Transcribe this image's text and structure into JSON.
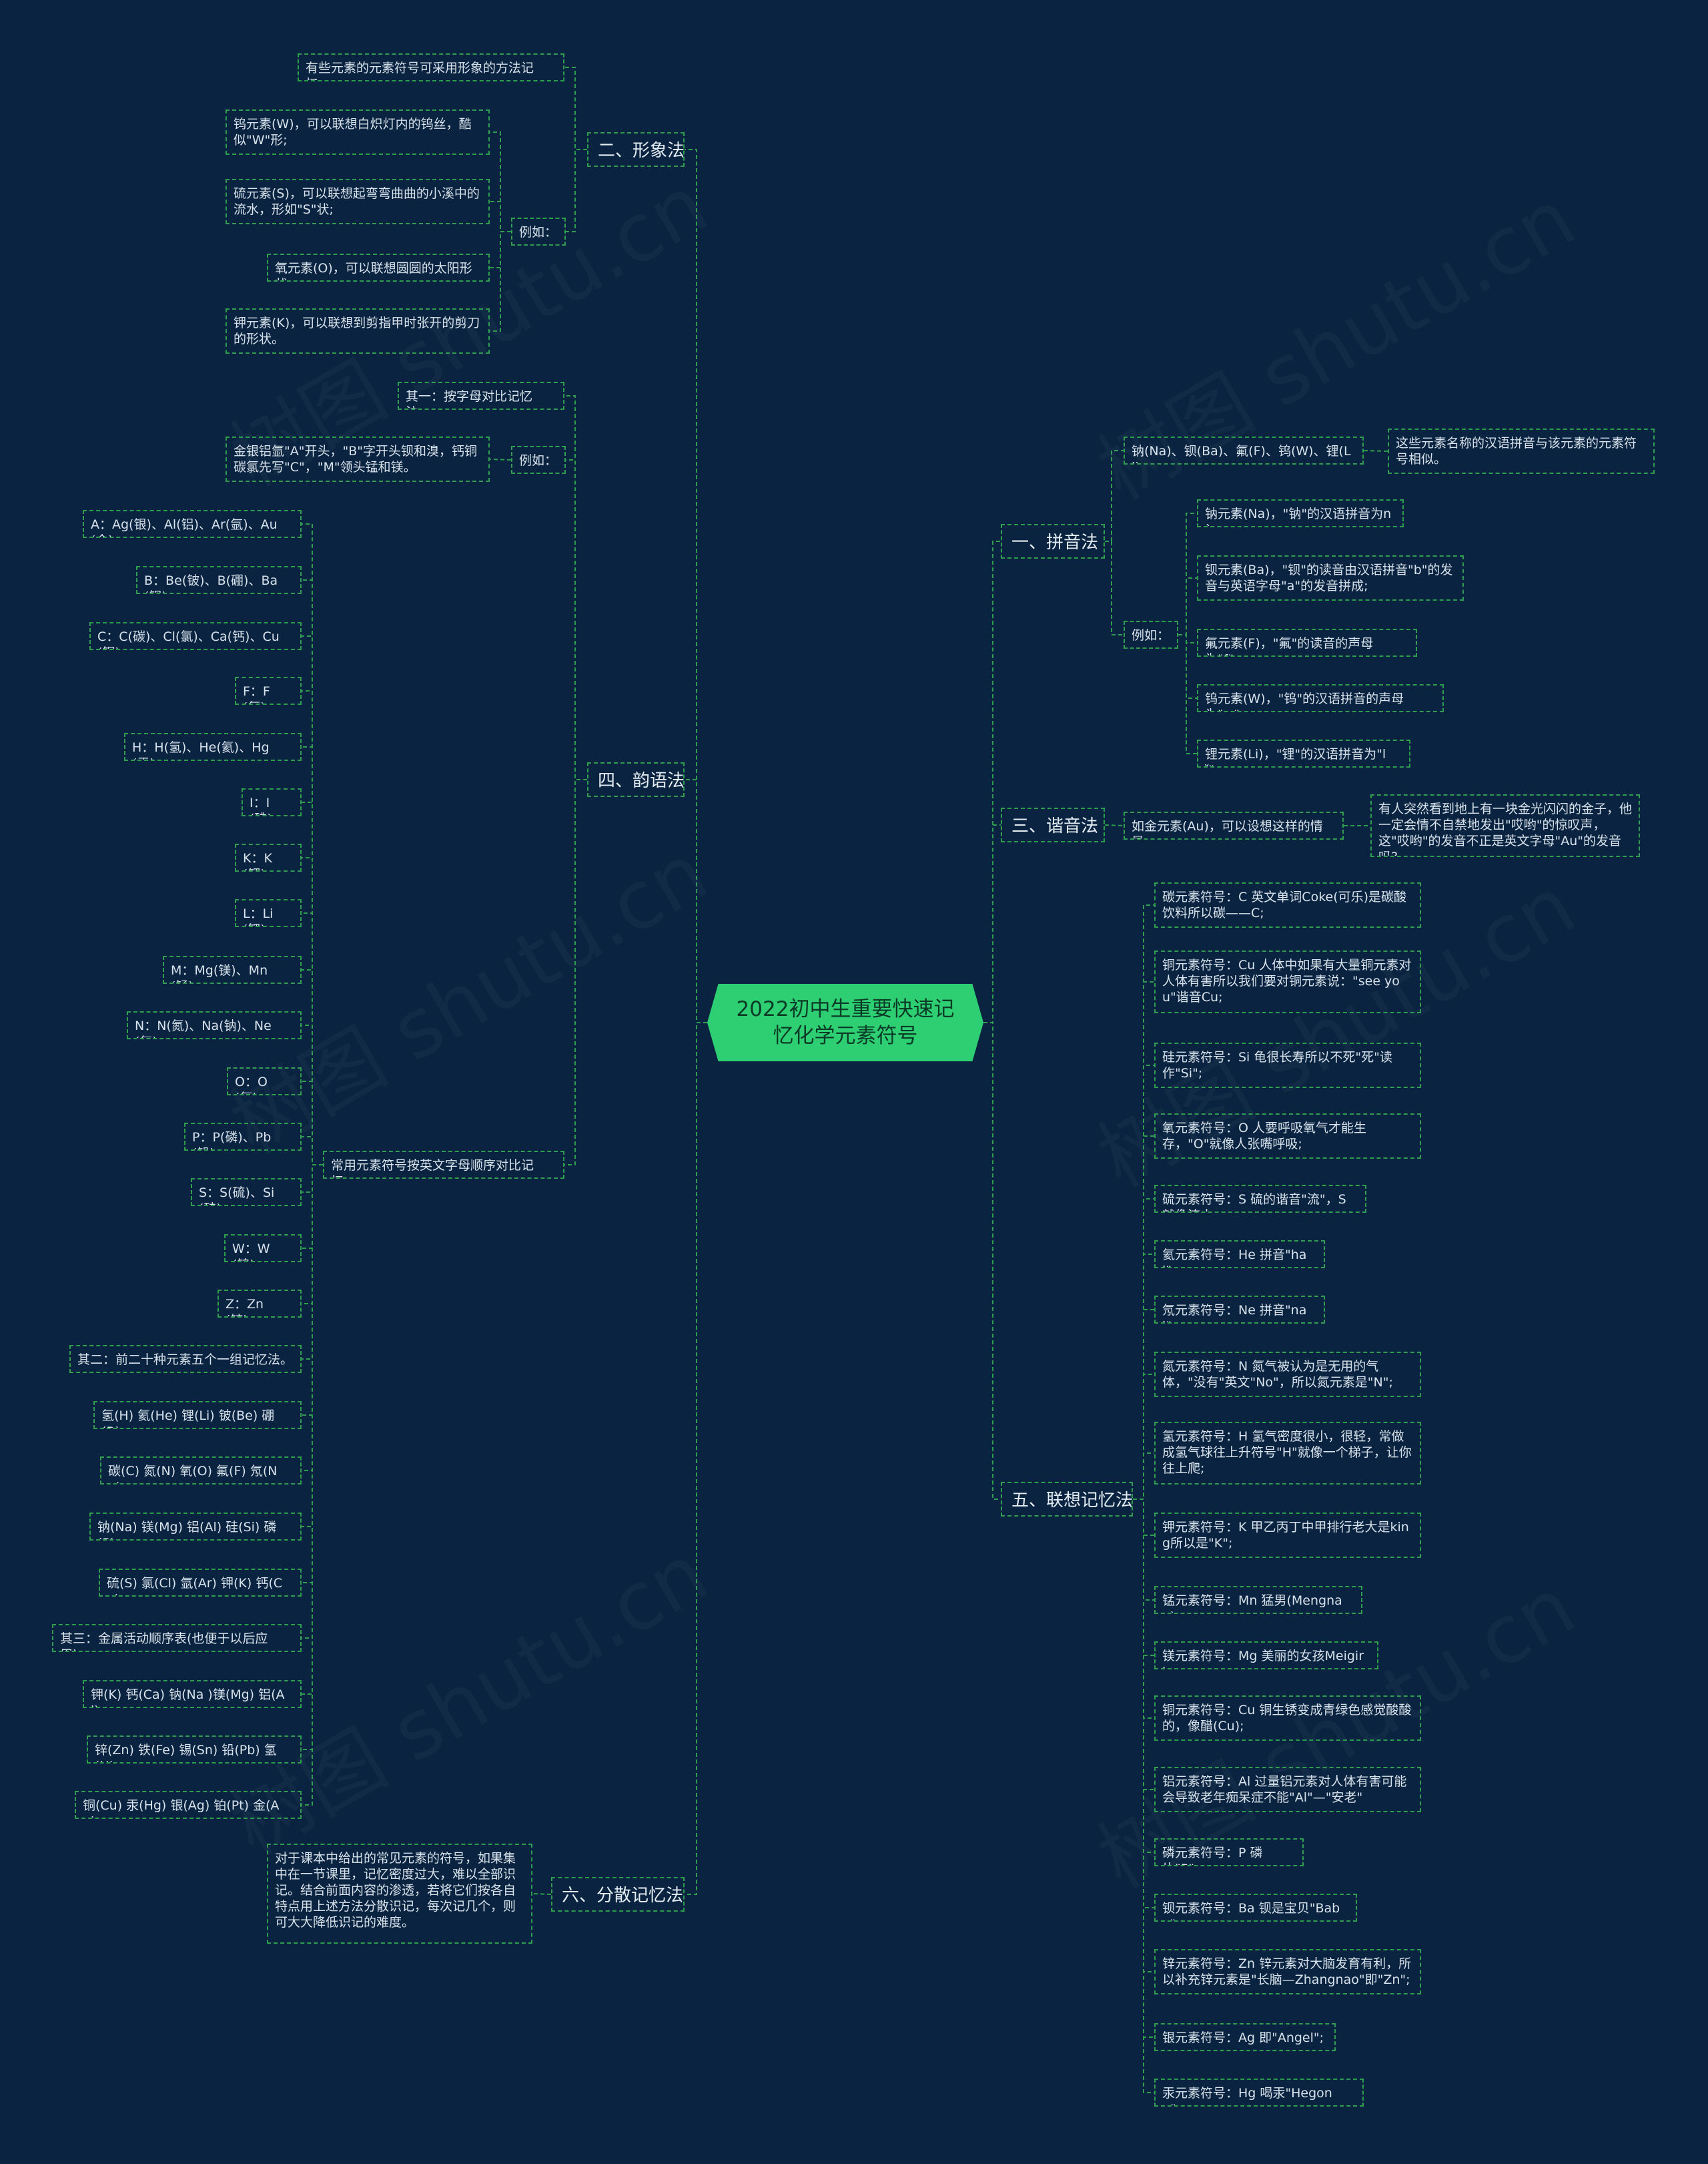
{
  "root": "2022初中生重要快速记忆化学元素符号",
  "colors": {
    "background": "#0a2340",
    "root_fill": "#2ecf72",
    "connector": "#2e9d4f"
  },
  "watermark": "树图 shutu.cn",
  "branches": {
    "b1": {
      "label": "一、拼音法",
      "summary": "钠(Na)、钡(Ba)、氟(F)、钨(W)、锂(Li)：",
      "summary_note": "这些元素名称的汉语拼音与该元素的元素符号相似。",
      "example_label": "例如：",
      "examples": [
        "钠元素(Na)，\"钠\"的汉语拼音为nà;",
        "钡元素(Ba)，\"钡\"的读音由汉语拼音\"b\"的发音与英语字母\"a\"的发音拼成;",
        "氟元素(F)，\"氟\"的读音的声母为\"f\"，",
        "钨元素(W)，\"钨\"的汉语拼音的声母为\"w\";",
        "锂元素(Li)，\"锂\"的汉语拼音为\"lǐ\"。"
      ]
    },
    "b2": {
      "label": "二、形象法",
      "intro": "有些元素的元素符号可采用形象的方法记忆。",
      "example_label": "例如：",
      "examples": [
        "钨元素(W)，可以联想白炽灯内的钨丝，酷似\"W\"形;",
        "硫元素(S)，可以联想起弯弯曲曲的小溪中的流水，形如\"S\"状;",
        "氧元素(O)，可以联想圆圆的太阳形状;",
        "钾元素(K)，可以联想到剪指甲时张开的剪刀的形状。"
      ]
    },
    "b3": {
      "label": "三、谐音法",
      "item": "如金元素(Au)，可以设想这样的情景：",
      "detail": "有人突然看到地上有一块金光闪闪的金子，他一定会情不自禁地发出\"哎哟\"的惊叹声，这\"哎哟\"的发音不正是英文字母\"Au\"的发音吗?"
    },
    "b4": {
      "label": "四、韵语法",
      "first": "其一：按字母对比记忆法。",
      "first_example_label": "例如：",
      "first_example": "金银铝氩\"A\"开头，\"B\"字开头钡和溴，钙铜碳氯先写\"C\"，\"M\"领头锰和镁。",
      "common": "常用元素符号按英文字母顺序对比记忆：",
      "letters": [
        "A：Ag(银)、Al(铝)、Ar(氩)、Au(金);",
        "B：Be(铍)、B(硼)、Ba(钡);",
        "C：C(碳)、Cl(氯)、Ca(钙)、Cu(铜);",
        "F：F(氟);",
        "H：H(氢)、He(氦)、Hg(汞);",
        "I：I(碘);",
        "K：K(钾);",
        "L：Li(锂);",
        "M：Mg(镁)、Mn(锰);",
        "N：N(氮)、Na(钠)、Ne(氖);",
        "O：O(氧);",
        "P：P(磷)、Pb(铅);",
        "S：S(硫)、Si(硅);",
        "W：W(钨);",
        "Z：Zn(锌)。",
        "其二：前二十种元素五个一组记忆法。",
        "氢(H) 氦(He) 锂(Li) 铍(Be) 硼(B)，",
        "碳(C) 氮(N) 氧(O) 氟(F) 氖(Ne)，",
        "钠(Na) 镁(Mg) 铝(Al) 硅(Si) 磷(P)，",
        "硫(S) 氯(Cl) 氩(Ar) 钾(K) 钙(Ca)。",
        "其三：金属活动顺序表(也便于以后应用)。",
        "钾(K) 钙(Ca) 钠(Na )镁(Mg) 铝(Al)，",
        "锌(Zn) 铁(Fe) 锡(Sn) 铅(Pb) 氢(H)，",
        "铜(Cu) 汞(Hg) 银(Ag) 铂(Pt) 金(Au)。"
      ]
    },
    "b5": {
      "label": "五、联想记忆法",
      "items": [
        "碳元素符号：C 英文单词Coke(可乐)是碳酸饮料所以碳——C;",
        "铜元素符号：Cu 人体中如果有大量铜元素对人体有害所以我们要对铜元素说：\"see you\"谐音Cu;",
        "硅元素符号：Si 龟很长寿所以不死\"死\"读作\"Si\";",
        "氧元素符号：O 人要呼吸氧气才能生存，\"O\"就像人张嘴呼吸;",
        "硫元素符号：S 硫的谐音\"流\"，S就像流水;",
        "氦元素符号：He 拼音\"hai\";",
        "氖元素符号：Ne 拼音\"nai\";",
        "氮元素符号：N 氮气被认为是无用的气体，\"没有\"英文\"No\"，所以氮元素是\"N\";",
        "氢元素符号：H 氢气密度很小，很轻，常做成氢气球往上升符号\"H\"就像一个梯子，让你往上爬;",
        "钾元素符号：K 甲乙丙丁中甲排行老大是king所以是\"K\";",
        "锰元素符号：Mn 猛男(Mengnan);",
        "镁元素符号：Mg 美丽的女孩Meigirl;",
        "铜元素符号：Cu 铜生锈变成青绿色感觉酸酸的，像醋(Cu);",
        "铝元素符号：Al 过量铝元素对人体有害可能会导致老年痴呆症不能\"Al\"—\"安老\"",
        "磷元素符号：P 磷片\"P\";",
        "钡元素符号：Ba 钡是宝贝\"Baby\";",
        "锌元素符号：Zn 锌元素对大脑发育有利，所以补充锌元素是\"长脑—Zhangnao\"即\"Zn\";",
        "银元素符号：Ag 即\"Angel\";",
        "汞元素符号：Hg 喝汞\"Hegong\"。"
      ]
    },
    "b6": {
      "label": "六、分散记忆法",
      "item": "对于课本中给出的常见元素的符号，如果集中在一节课里，记忆密度过大，难以全部识记。结合前面内容的渗透，若将它们按各自特点用上述方法分散识记，每次记几个，则可大大降低识记的难度。"
    }
  }
}
